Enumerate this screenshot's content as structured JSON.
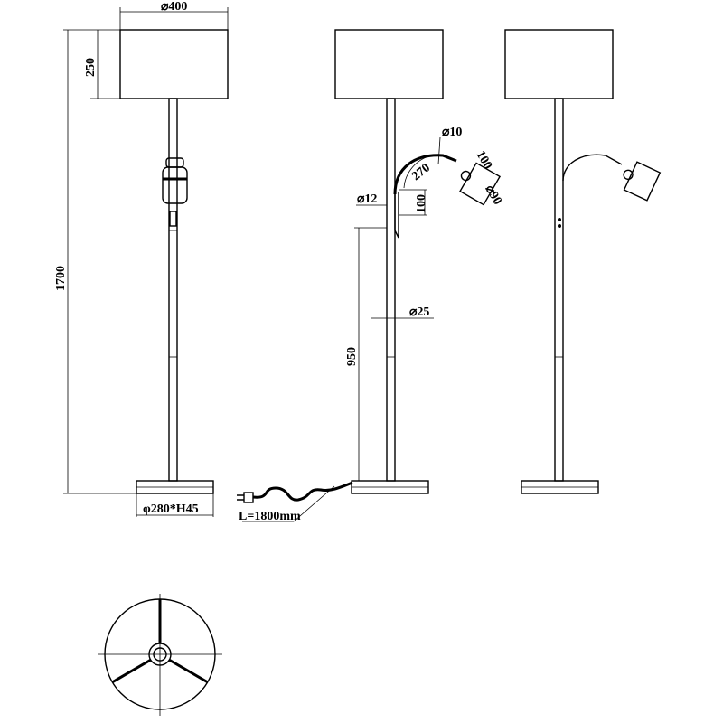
{
  "dimensions": {
    "shade_diameter": "⌀400",
    "shade_height": "250",
    "total_height": "1700",
    "base": "φ280*H45",
    "cable": "L=1800mm",
    "arm_tube_diameter": "⌀10",
    "arm_angle": "270",
    "head_length": "100",
    "head_diameter": "⌀90",
    "arm_mount_diameter": "⌀12",
    "arm_offset": "100",
    "pole_diameter": "⌀25",
    "switch_height": "950"
  }
}
